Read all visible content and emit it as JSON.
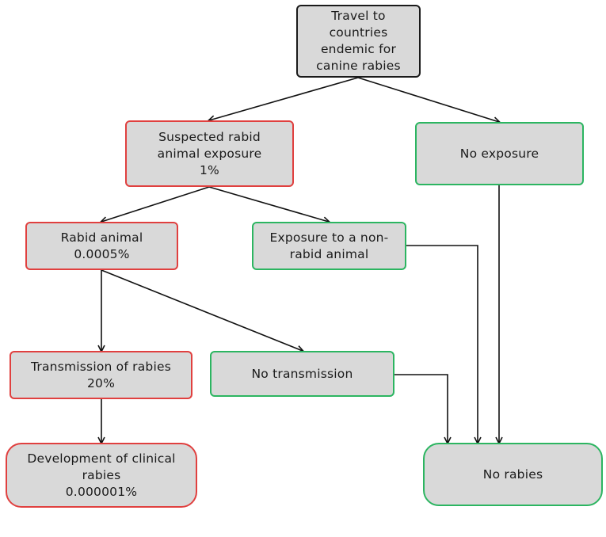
{
  "nodes": {
    "travel": "Travel to\ncountries\nendemic for\ncanine rabies",
    "suspected": "Suspected rabid\nanimal exposure\n1%",
    "no_exposure": "No exposure",
    "rabid_animal": "Rabid animal\n0.0005%",
    "non_rabid": "Exposure to a non-\nrabid animal",
    "transmission": "Transmission of rabies\n20%",
    "no_transmission": "No transmission",
    "clinical": "Development of clinical\nrabies\n0.000001%",
    "no_rabies": "No rabies"
  },
  "colors": {
    "root_border": "#1a1a1a",
    "negative_border": "#e0403f",
    "positive_border": "#2cb561",
    "box_fill": "#d9d9d9",
    "edge": "#111111"
  }
}
